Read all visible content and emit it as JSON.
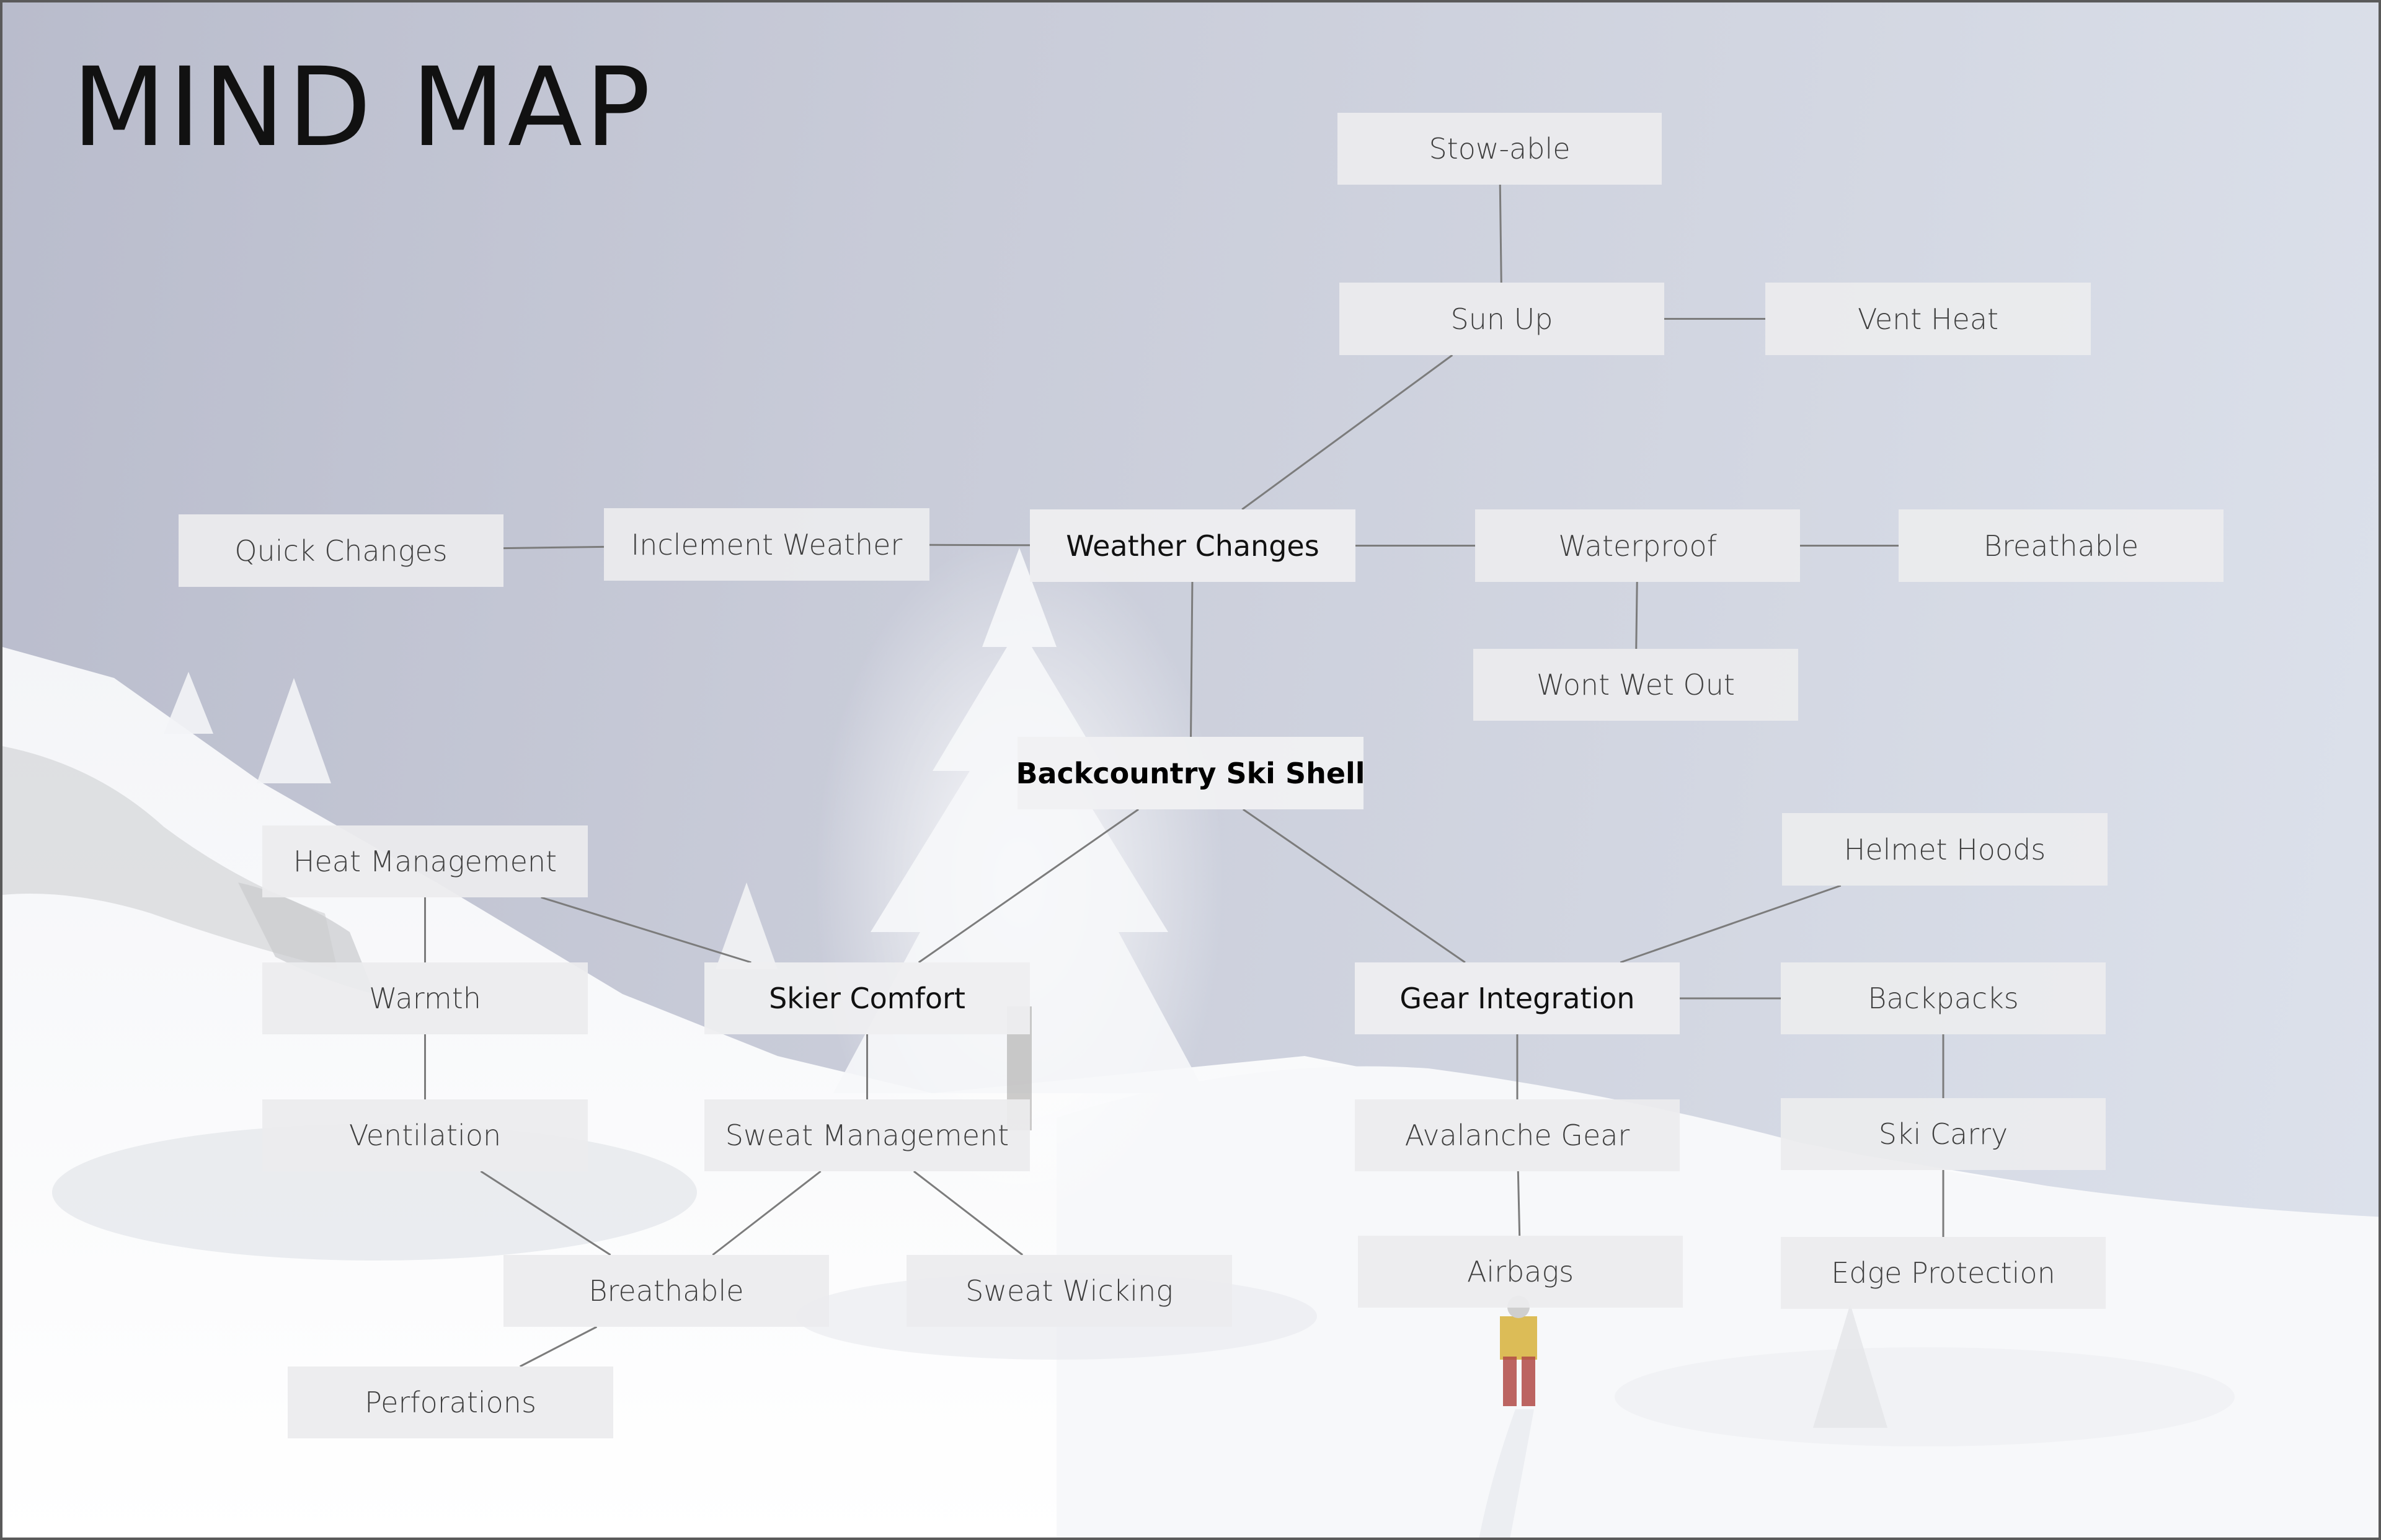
{
  "title": "MIND MAP",
  "nodes": {
    "center": "Backcountry Ski Shell",
    "weather_changes": "Weather Changes",
    "skier_comfort": "Skier Comfort",
    "gear_integration": "Gear Integration",
    "stowable": "Stow-able",
    "sun_up": "Sun Up",
    "vent_heat": "Vent Heat",
    "quick_changes": "Quick Changes",
    "inclement_weather": "Inclement Weather",
    "waterproof": "Waterproof",
    "breathable_top": "Breathable",
    "wont_wet_out": "Wont Wet Out",
    "heat_management": "Heat Management",
    "warmth": "Warmth",
    "ventilation": "Ventilation",
    "sweat_management": "Sweat Management",
    "breathable_bottom": "Breathable",
    "sweat_wicking": "Sweat Wicking",
    "perforations": "Perforations",
    "helmet_hoods": "Helmet Hoods",
    "backpacks": "Backpacks",
    "avalanche_gear": "Avalanche Gear",
    "ski_carry": "Ski Carry",
    "airbags": "Airbags",
    "edge_protection": "Edge Protection"
  },
  "connections": [
    [
      "center",
      "weather_changes"
    ],
    [
      "center",
      "skier_comfort"
    ],
    [
      "center",
      "gear_integration"
    ],
    [
      "weather_changes",
      "sun_up"
    ],
    [
      "sun_up",
      "stowable"
    ],
    [
      "sun_up",
      "vent_heat"
    ],
    [
      "weather_changes",
      "inclement_weather"
    ],
    [
      "inclement_weather",
      "quick_changes"
    ],
    [
      "weather_changes",
      "waterproof"
    ],
    [
      "waterproof",
      "breathable_top"
    ],
    [
      "waterproof",
      "wont_wet_out"
    ],
    [
      "skier_comfort",
      "heat_management"
    ],
    [
      "heat_management",
      "warmth"
    ],
    [
      "warmth",
      "ventilation"
    ],
    [
      "ventilation",
      "breathable_bottom"
    ],
    [
      "skier_comfort",
      "sweat_management"
    ],
    [
      "sweat_management",
      "breathable_bottom"
    ],
    [
      "sweat_management",
      "sweat_wicking"
    ],
    [
      "breathable_bottom",
      "perforations"
    ],
    [
      "gear_integration",
      "helmet_hoods"
    ],
    [
      "gear_integration",
      "backpacks"
    ],
    [
      "gear_integration",
      "avalanche_gear"
    ],
    [
      "avalanche_gear",
      "airbags"
    ],
    [
      "backpacks",
      "ski_carry"
    ],
    [
      "ski_carry",
      "edge_protection"
    ]
  ]
}
